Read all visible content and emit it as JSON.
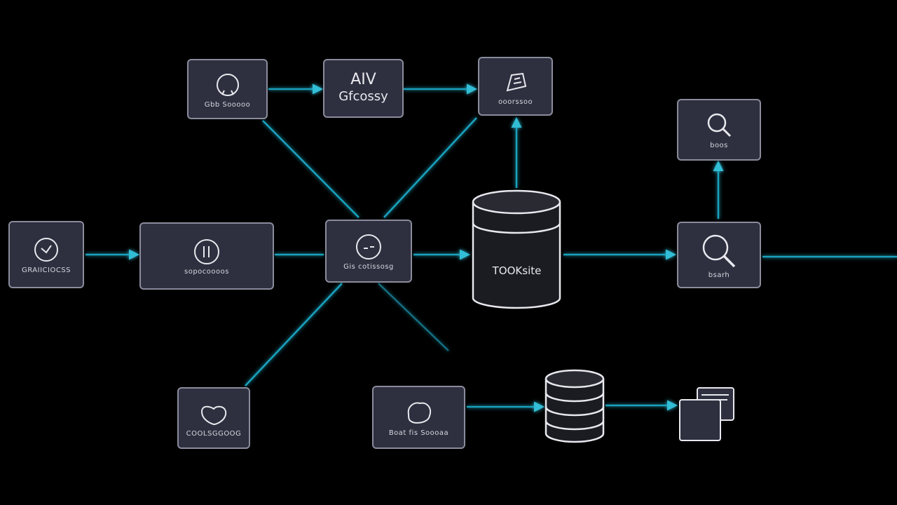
{
  "nodes": {
    "top_left": {
      "label": "Gbb Sooooo",
      "icon": "circle-icon"
    },
    "top_mid": {
      "line1": "AIV",
      "line2": "Gfcossy"
    },
    "top_right": {
      "label": "ooorssoo",
      "icon": "document-icon"
    },
    "far_right_top": {
      "label": "boos",
      "icon": "search-icon"
    },
    "far_left": {
      "label": "GRAIICIOCSS",
      "icon": "circle-icon"
    },
    "mid_left": {
      "label": "sopocoooos",
      "icon": "circle-icon"
    },
    "center": {
      "label": "Gis cotissosg",
      "icon": "circle-icon"
    },
    "far_right_mid": {
      "label": "bsarh",
      "icon": "search-icon"
    },
    "bottom_left": {
      "label": "COOLSGGOOG",
      "icon": "blob-icon"
    },
    "bottom_mid": {
      "label": "Boat fis Soooaa",
      "icon": "blob-icon"
    }
  },
  "database_main": {
    "label": "TOOKsite"
  },
  "colors": {
    "background": "#000000",
    "node_fill": "#2e2f3f",
    "node_border": "#8a8c9c",
    "connector": "#1fb3d1"
  }
}
